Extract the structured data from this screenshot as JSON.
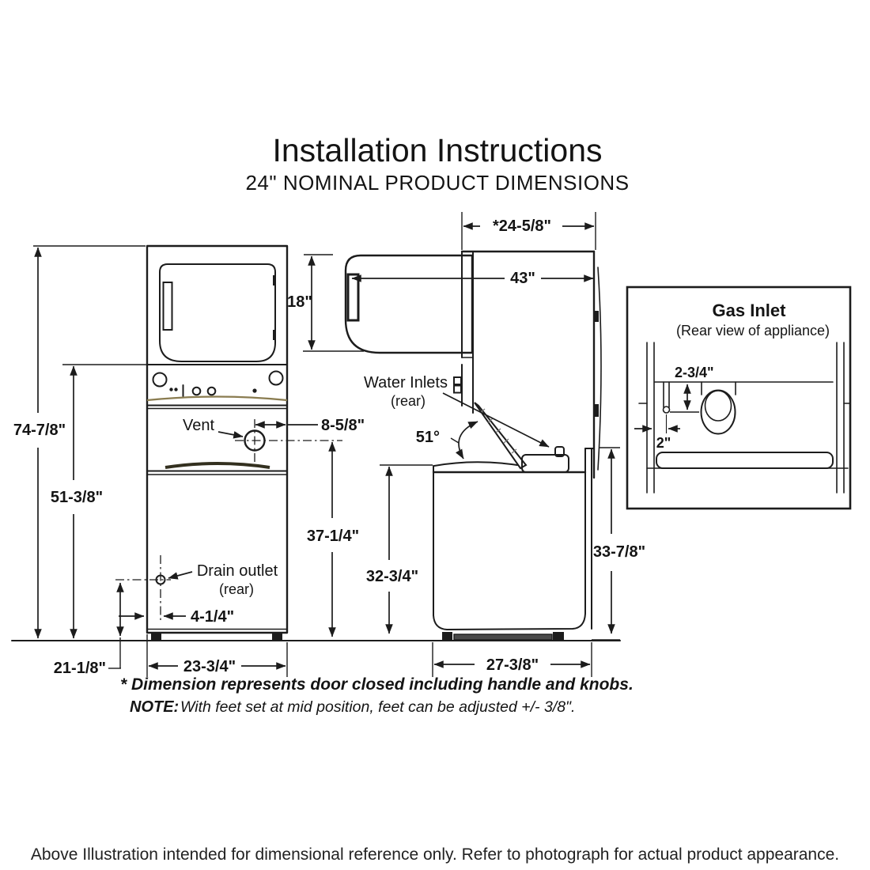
{
  "page": {
    "title": "Installation Instructions",
    "subtitle": "24\" NOMINAL PRODUCT DIMENSIONS",
    "disclaimer": "Above Illustration intended for dimensional reference only. Refer to photograph for actual product appearance."
  },
  "front_view": {
    "labels": {
      "vent": "Vent",
      "drain_outlet": "Drain outlet",
      "drain_outlet_location": "(rear)"
    },
    "dimensions": {
      "overall_height": "74-7/8\"",
      "height_to_console": "51-3/8\"",
      "drain_height": "21-1/8\"",
      "drain_offset": "4-1/4\"",
      "width": "23-3/4\"",
      "vent_to_side": "8-5/8\"",
      "vent_height": "37-1/4\""
    }
  },
  "side_view": {
    "labels": {
      "water_inlets": "Water Inlets",
      "water_inlets_location": "(rear)"
    },
    "dimensions": {
      "depth_door_closed": "*24-5/8\"",
      "door_depth": "18\"",
      "depth_door_open": "43\"",
      "lid_open_angle": "51°",
      "washer_top_height": "32-3/4\"",
      "rear_top_height": "33-7/8\"",
      "base_depth": "27-3/8\""
    }
  },
  "gas_inlet_detail": {
    "title": "Gas Inlet",
    "subtitle": "(Rear view of appliance)",
    "dimensions": {
      "pipe_drop": "2-3/4\"",
      "pipe_side_offset": "2\""
    }
  },
  "footnotes": {
    "asterisk_note": "* Dimension represents door closed including handle and knobs.",
    "note_label": "NOTE:",
    "note_text": "With feet set at mid position, feet can be adjusted +/- 3/8\"."
  },
  "colors": {
    "line": "#1c1c1c",
    "accent_gold": "#8a7c50",
    "background": "#ffffff"
  }
}
